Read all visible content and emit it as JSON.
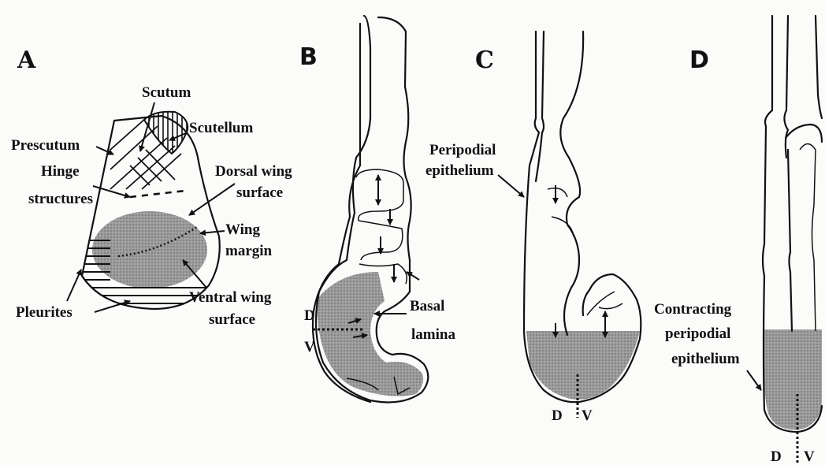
{
  "panels": {
    "a": {
      "letter": "A",
      "labels": {
        "scutum": "Scutum",
        "scutellum": "Scutellum",
        "prescutum": "Prescutum",
        "hinge_1": "Hinge",
        "hinge_2": "structures",
        "dorsal_1": "Dorsal wing",
        "dorsal_2": "surface",
        "margin_1": "Wing",
        "margin_2": "margin",
        "ventral_1": "Ventral wing",
        "ventral_2": "surface",
        "pleurites": "Pleurites"
      }
    },
    "b": {
      "letter": "B",
      "labels": {
        "basal_1": "Basal",
        "basal_2": "lamina"
      },
      "axis": {
        "d": "D",
        "v": "V"
      }
    },
    "c": {
      "letter": "C",
      "labels": {
        "peripodial_1": "Peripodial",
        "peripodial_2": "epithelium"
      },
      "axis": {
        "d": "D",
        "v": "V"
      }
    },
    "d": {
      "letter": "D",
      "labels": {
        "contracting_1": "Contracting",
        "contracting_2": "peripodial",
        "contracting_3": "epithelium"
      },
      "axis": {
        "d": "D",
        "v": "V"
      }
    }
  },
  "colors": {
    "ink": "#111111",
    "shade": "#8e8e8e",
    "paper": "#fbfbfa"
  }
}
